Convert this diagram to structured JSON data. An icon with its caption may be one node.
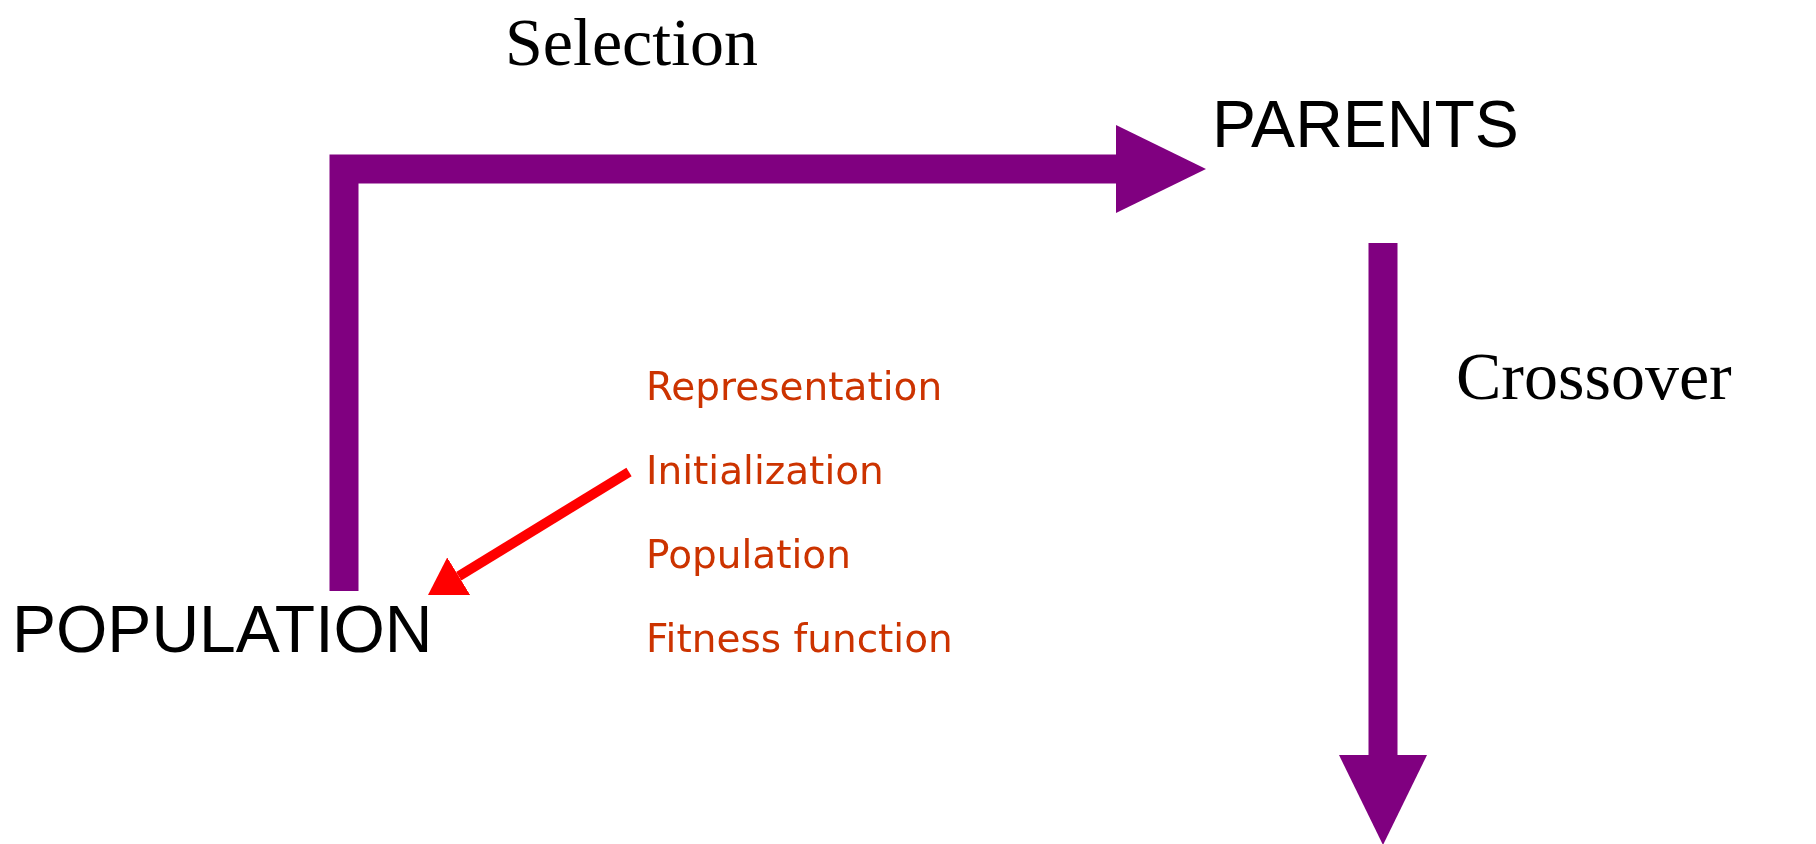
{
  "diagram": {
    "nodes": [
      {
        "text": [
          "POPULATION"
        ]
      },
      {
        "text": [
          "PARENTS"
        ]
      },
      {
        "text": [
          "Representation",
          "Initialization",
          "Population",
          "Fitness function"
        ]
      }
    ],
    "edges": [
      {
        "from": 0,
        "to": 1,
        "arrow": "to",
        "label": "Selection",
        "color": "#800080"
      },
      {
        "from": 1,
        "to": null,
        "arrow": "to",
        "label": "Crossover",
        "color": "#800080"
      },
      {
        "from": 2,
        "to": 0,
        "arrow": "to",
        "color": "#ff0000"
      }
    ]
  }
}
